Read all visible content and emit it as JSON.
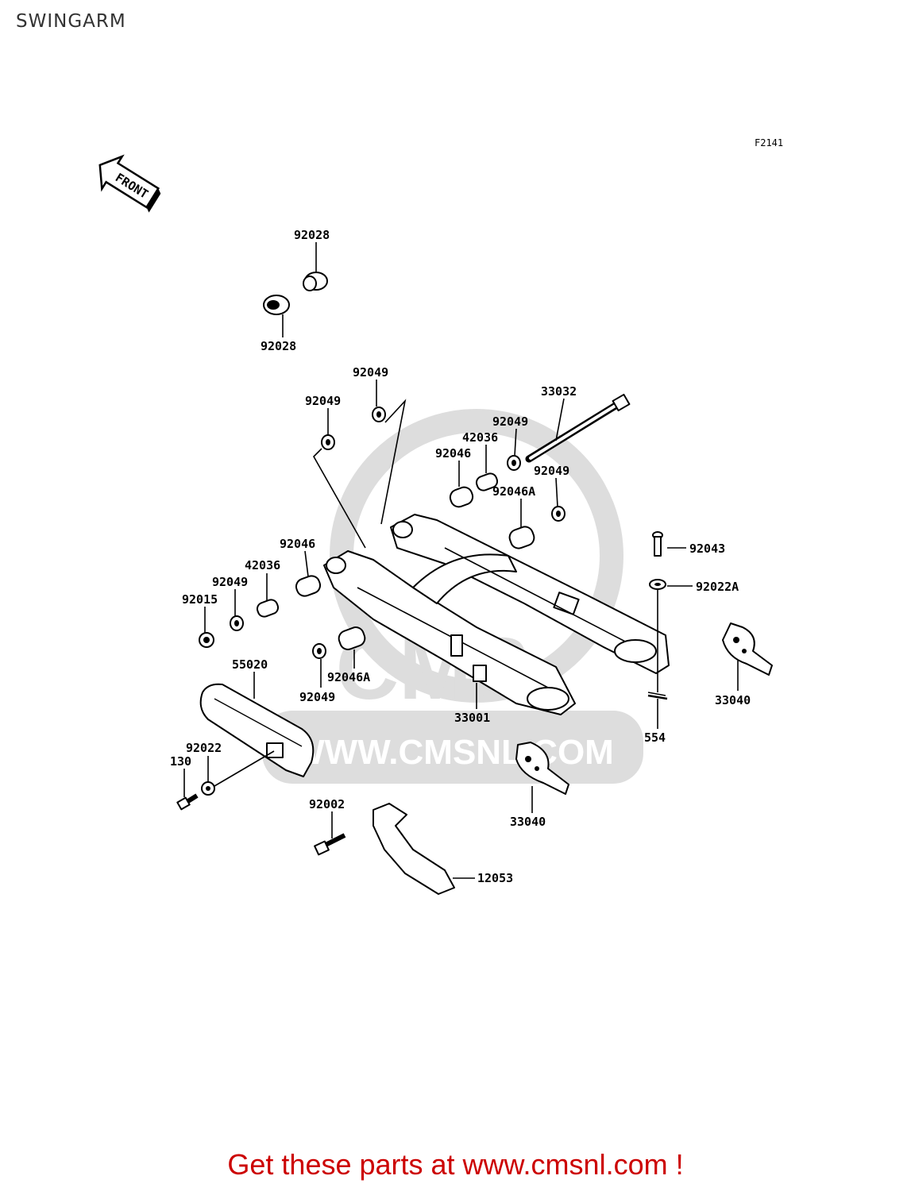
{
  "page": {
    "title": "SWINGARM"
  },
  "figure": {
    "code": "F2141",
    "front_label": "FRONT"
  },
  "watermark": {
    "text": "WWW.CMSNL.COM",
    "mark": "CMS"
  },
  "footer": {
    "cta": "Get these parts at www.cmsnl.com !"
  },
  "colors": {
    "cta": "#cc0000",
    "watermark": "#dddddd",
    "ink": "#000000"
  },
  "callouts": [
    {
      "id": "c1",
      "part_number": "92028"
    },
    {
      "id": "c2",
      "part_number": "92028"
    },
    {
      "id": "c3",
      "part_number": "92049"
    },
    {
      "id": "c4",
      "part_number": "92049"
    },
    {
      "id": "c5",
      "part_number": "33032"
    },
    {
      "id": "c6",
      "part_number": "92049"
    },
    {
      "id": "c7",
      "part_number": "42036"
    },
    {
      "id": "c8",
      "part_number": "92046"
    },
    {
      "id": "c9",
      "part_number": "92049"
    },
    {
      "id": "c10",
      "part_number": "92046A"
    },
    {
      "id": "c11",
      "part_number": "92043"
    },
    {
      "id": "c12",
      "part_number": "92022A"
    },
    {
      "id": "c13",
      "part_number": "92046"
    },
    {
      "id": "c14",
      "part_number": "42036"
    },
    {
      "id": "c15",
      "part_number": "92049"
    },
    {
      "id": "c16",
      "part_number": "92015"
    },
    {
      "id": "c17",
      "part_number": "55020"
    },
    {
      "id": "c18",
      "part_number": "92046A"
    },
    {
      "id": "c19",
      "part_number": "92049"
    },
    {
      "id": "c20",
      "part_number": "33001"
    },
    {
      "id": "c21",
      "part_number": "33040"
    },
    {
      "id": "c22",
      "part_number": "554"
    },
    {
      "id": "c23",
      "part_number": "92022"
    },
    {
      "id": "c24",
      "part_number": "130"
    },
    {
      "id": "c25",
      "part_number": "92002"
    },
    {
      "id": "c26",
      "part_number": "33040"
    },
    {
      "id": "c27",
      "part_number": "12053"
    }
  ]
}
